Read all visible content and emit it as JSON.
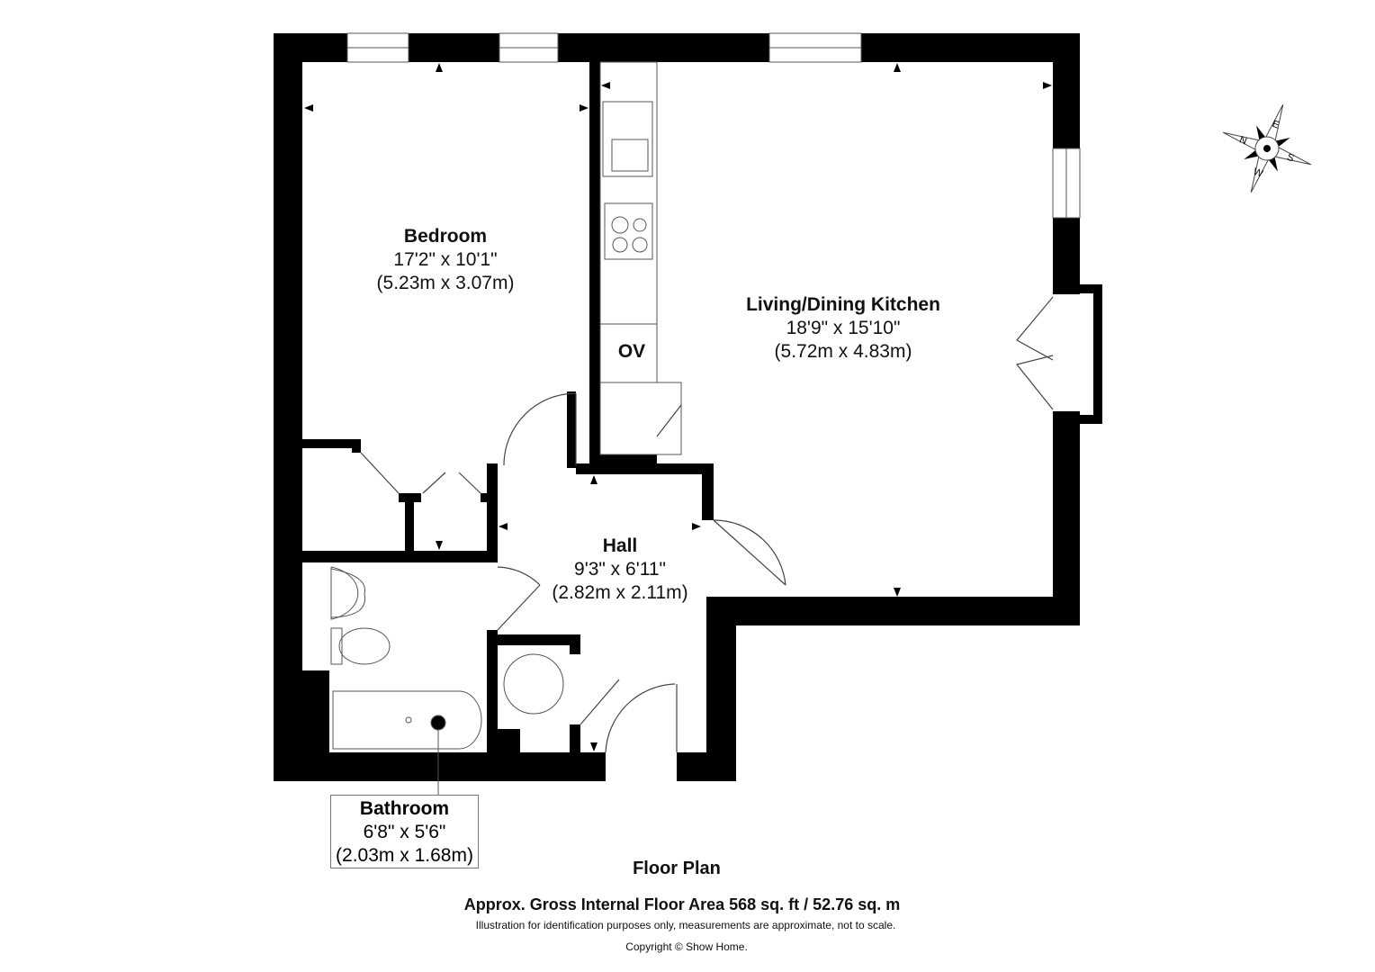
{
  "rooms": {
    "bedroom": {
      "name": "Bedroom",
      "imperial": "17'2\" x 10'1\"",
      "metric": "(5.23m x 3.07m)"
    },
    "living": {
      "name": "Living/Dining Kitchen",
      "imperial": "18'9\" x 15'10\"",
      "metric": "(5.72m x 4.83m)"
    },
    "hall": {
      "name": "Hall",
      "imperial": "9'3\" x 6'11\"",
      "metric": "(2.82m x 2.11m)"
    },
    "bathroom": {
      "name": "Bathroom",
      "imperial": "6'8\" x 5'6\"",
      "metric": "(2.03m x 1.68m)"
    }
  },
  "fixtures": {
    "oven_label": "OV"
  },
  "compass": {
    "labels": [
      "N",
      "E",
      "S",
      "W"
    ]
  },
  "footer": {
    "title": "Floor Plan",
    "area": "Approx. Gross Internal Floor Area 568 sq. ft / 52.76 sq. m",
    "disclaimer": "Illustration for identification purposes only, measurements are approximate, not to scale.",
    "copyright": "Copyright © Show Home."
  },
  "colors": {
    "wall": "#000000",
    "line": "#555555",
    "background": "#ffffff"
  }
}
